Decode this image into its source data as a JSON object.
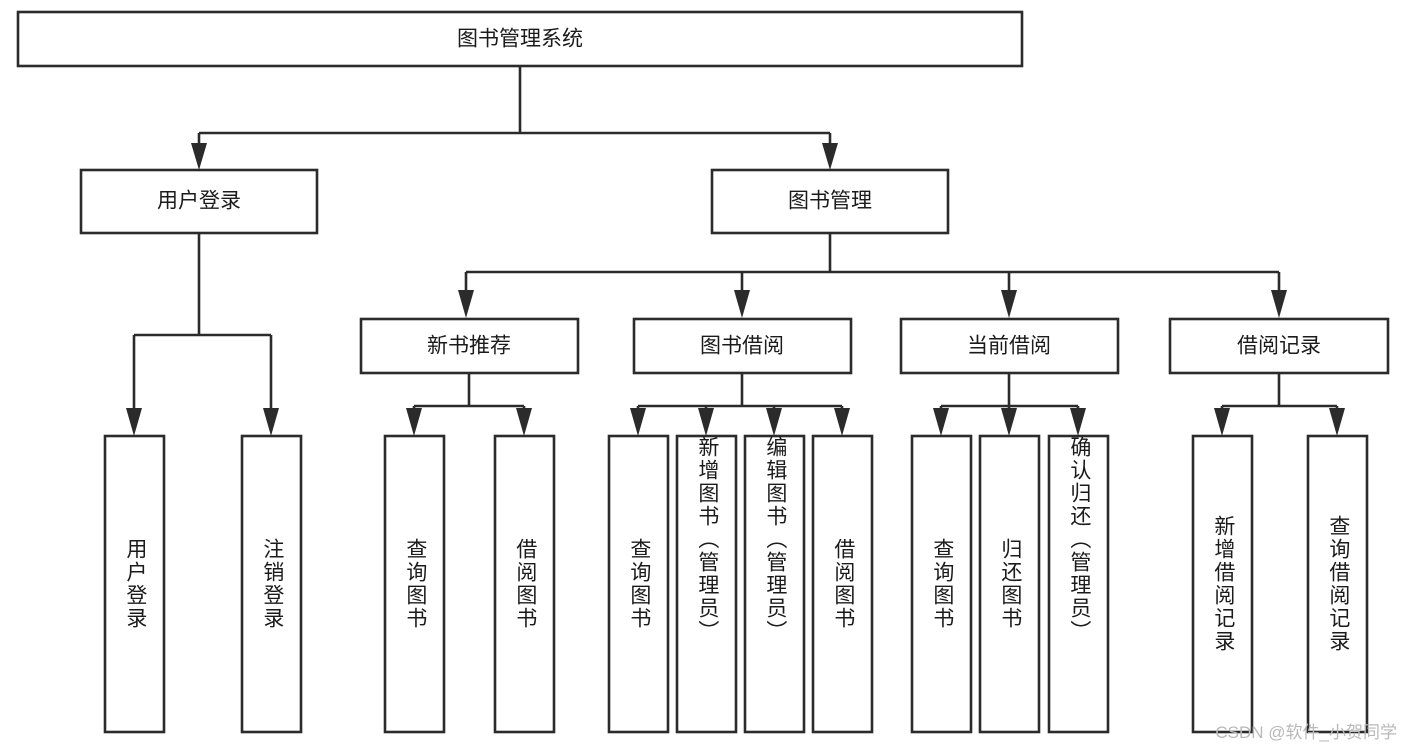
{
  "diagram": {
    "type": "tree-hierarchy",
    "title": "图书管理系统",
    "orientation": "top-down",
    "colors": {
      "stroke": "#2b2b2b",
      "fill": "#ffffff",
      "text": "#1b1b1b",
      "watermark": "#b9b9b9",
      "background": "#ffffff"
    },
    "levels": {
      "root": {
        "label": "图书管理系统"
      },
      "level2": [
        {
          "id": "user-login",
          "label": "用户登录"
        },
        {
          "id": "book-management",
          "label": "图书管理"
        }
      ],
      "level3": [
        {
          "id": "new-book-recommend",
          "label": "新书推荐",
          "parent": "book-management"
        },
        {
          "id": "book-borrow",
          "label": "图书借阅",
          "parent": "book-management"
        },
        {
          "id": "current-borrow",
          "label": "当前借阅",
          "parent": "book-management"
        },
        {
          "id": "borrow-record",
          "label": "借阅记录",
          "parent": "book-management"
        }
      ],
      "leaves": [
        {
          "id": "leaf-user-login",
          "label": "用户登录",
          "parent": "user-login"
        },
        {
          "id": "leaf-user-logout",
          "label": "注销登录",
          "parent": "user-login"
        },
        {
          "id": "leaf-query-book-1",
          "label": "查询图书",
          "parent": "new-book-recommend"
        },
        {
          "id": "leaf-borrow-book-1",
          "label": "借阅图书",
          "parent": "new-book-recommend"
        },
        {
          "id": "leaf-query-book-2",
          "label": "查询图书",
          "parent": "book-borrow"
        },
        {
          "id": "leaf-add-book",
          "label": "新增图书（管理员）",
          "parent": "book-borrow"
        },
        {
          "id": "leaf-edit-book",
          "label": "编辑图书（管理员）",
          "parent": "book-borrow"
        },
        {
          "id": "leaf-borrow-book-2",
          "label": "借阅图书",
          "parent": "book-borrow"
        },
        {
          "id": "leaf-query-book-3",
          "label": "查询图书",
          "parent": "current-borrow"
        },
        {
          "id": "leaf-return-book",
          "label": "归还图书",
          "parent": "current-borrow"
        },
        {
          "id": "leaf-confirm-return",
          "label": "确认归还（管理员）",
          "parent": "current-borrow"
        },
        {
          "id": "leaf-add-record",
          "label": "新增借阅记录",
          "parent": "borrow-record"
        },
        {
          "id": "leaf-query-record",
          "label": "查询借阅记录",
          "parent": "borrow-record"
        }
      ]
    }
  },
  "watermark": {
    "text": "CSDN @软件_小贺同学"
  }
}
